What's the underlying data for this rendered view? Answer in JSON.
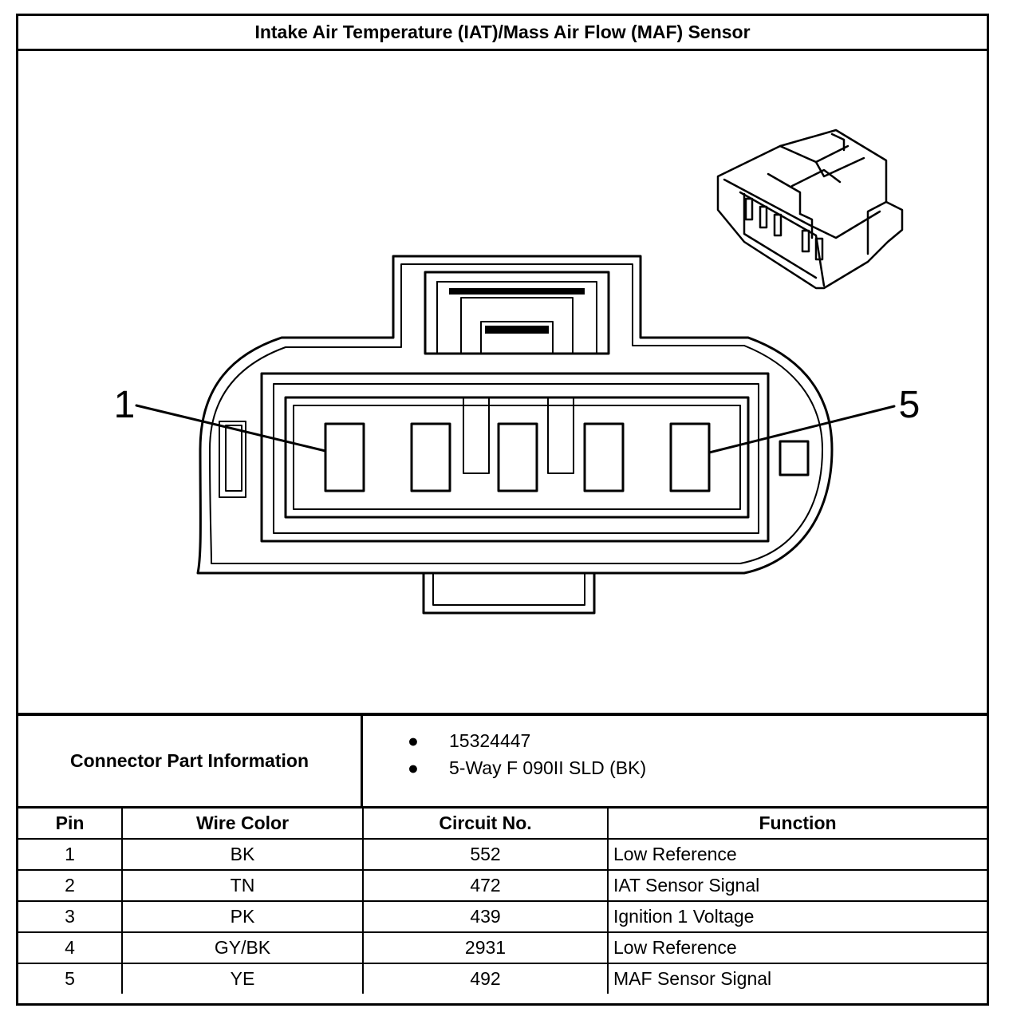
{
  "title": "Intake Air Temperature (IAT)/Mass Air Flow (MAF) Sensor",
  "diagram": {
    "pin_label_left": "1",
    "pin_label_right": "5"
  },
  "connector_part_information": {
    "label": "Connector Part Information",
    "items": [
      "15324447",
      "5-Way F 090II SLD (BK)"
    ]
  },
  "pin_table": {
    "headers": {
      "pin": "Pin",
      "wire_color": "Wire Color",
      "circuit_no": "Circuit No.",
      "function": "Function"
    },
    "rows": [
      {
        "pin": "1",
        "wire_color": "BK",
        "circuit_no": "552",
        "function": "Low Reference"
      },
      {
        "pin": "2",
        "wire_color": "TN",
        "circuit_no": "472",
        "function": "IAT Sensor Signal"
      },
      {
        "pin": "3",
        "wire_color": "PK",
        "circuit_no": "439",
        "function": "Ignition 1 Voltage"
      },
      {
        "pin": "4",
        "wire_color": "GY/BK",
        "circuit_no": "2931",
        "function": "Low Reference"
      },
      {
        "pin": "5",
        "wire_color": "YE",
        "circuit_no": "492",
        "function": "MAF Sensor Signal"
      }
    ]
  }
}
